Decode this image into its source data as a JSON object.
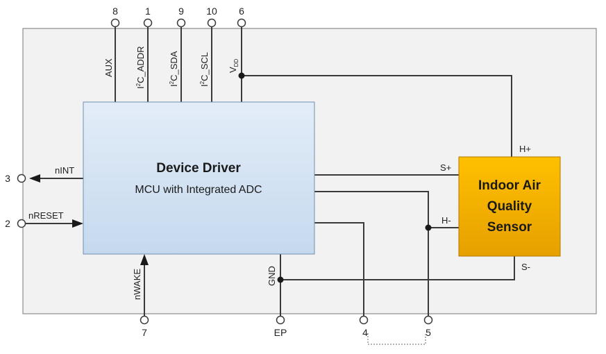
{
  "driver": {
    "title": "Device Driver",
    "subtitle": "MCU with Integrated ADC"
  },
  "sensor": {
    "line1": "Indoor Air",
    "line2": "Quality",
    "line3": "Sensor",
    "pin_h_plus": "H+",
    "pin_s_plus": "S+",
    "pin_h_minus": "H-",
    "pin_s_minus": "S-"
  },
  "top_pins": [
    {
      "number": "8",
      "signal": "AUX"
    },
    {
      "number": "1",
      "signal_pre": "I",
      "signal_sup": "2",
      "signal_post": "C_ADDR"
    },
    {
      "number": "9",
      "signal_pre": "I",
      "signal_sup": "2",
      "signal_post": "C_SDA"
    },
    {
      "number": "10",
      "signal_pre": "I",
      "signal_sup": "2",
      "signal_post": "C_SCL"
    },
    {
      "number": "6",
      "signal_pre": "V",
      "signal_sub": "DD"
    }
  ],
  "left_pins": [
    {
      "number": "3",
      "signal": "nINT"
    },
    {
      "number": "2",
      "signal": "nRESET"
    }
  ],
  "bottom_pins": [
    {
      "number": "7",
      "signal": "nWAKE"
    },
    {
      "number": "EP",
      "signal": "GND"
    },
    {
      "number": "4"
    },
    {
      "number": "5"
    }
  ],
  "colors": {
    "driver_fill_top": "#e3edf8",
    "driver_fill_bottom": "#c5d9ee",
    "sensor_fill_top": "#ffc000",
    "sensor_fill_bottom": "#e6a000",
    "frame_fill": "#f2f2f2"
  }
}
